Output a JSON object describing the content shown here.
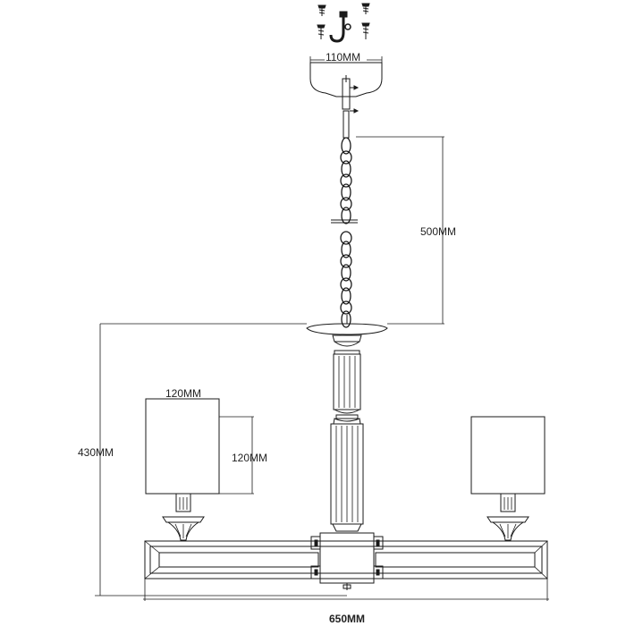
{
  "dimensions": {
    "canopy_width": "110MM",
    "chain_length": "500MM",
    "overall_height": "430MM",
    "shade_width": "120MM",
    "shade_height": "120MM",
    "overall_width": "650MM"
  }
}
